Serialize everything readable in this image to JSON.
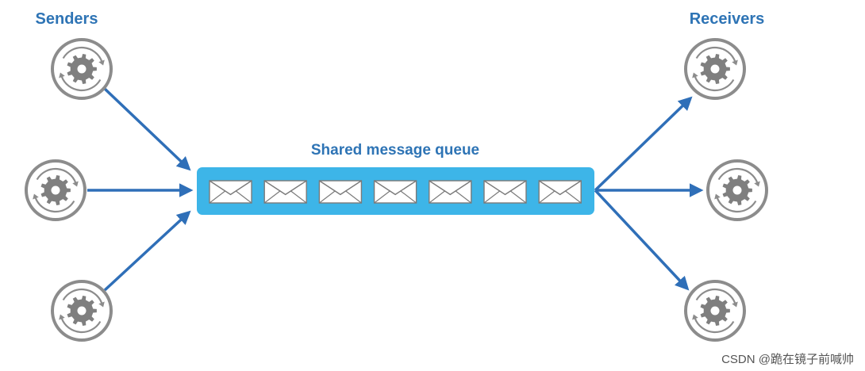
{
  "labels": {
    "senders": "Senders",
    "receivers": "Receivers",
    "queue": "Shared message queue"
  },
  "watermark": "CSDN @跪在镜子前喊帅",
  "senders": [
    {
      "icon": "gear-cycle-icon"
    },
    {
      "icon": "gear-cycle-icon"
    },
    {
      "icon": "gear-cycle-icon"
    }
  ],
  "receivers": [
    {
      "icon": "gear-cycle-icon"
    },
    {
      "icon": "gear-cycle-icon"
    },
    {
      "icon": "gear-cycle-icon"
    }
  ],
  "queue_messages": [
    {
      "icon": "envelope-icon"
    },
    {
      "icon": "envelope-icon"
    },
    {
      "icon": "envelope-icon"
    },
    {
      "icon": "envelope-icon"
    },
    {
      "icon": "envelope-icon"
    },
    {
      "icon": "envelope-icon"
    },
    {
      "icon": "envelope-icon"
    }
  ],
  "colors": {
    "label": "#2e74b5",
    "arrow": "#2f6fb8",
    "queue": "#3db5e8",
    "gear": "#7f7f7f",
    "ring": "#8c8c8c",
    "envelope_stroke": "#7a7a7a"
  }
}
